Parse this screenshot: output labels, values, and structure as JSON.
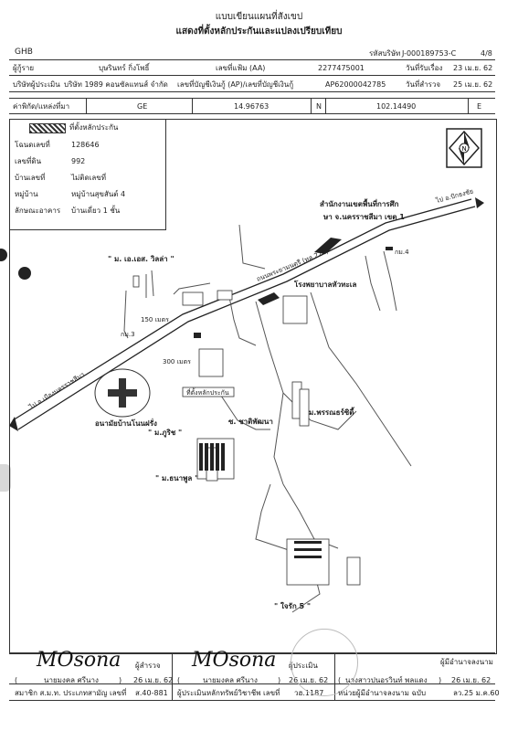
{
  "header": {
    "title": "แบบเขียนแผนที่สังเขป",
    "subtitle": "แสดงที่ตั้งหลักประกันและแปลงเปรียบเทียบ",
    "logo": "GHB",
    "company_code_label": "รหัสบริษัท",
    "company_code": "J-000189753-C",
    "page": "4/8"
  },
  "info": {
    "borrower_label": "ผู้กู้ราย",
    "borrower": "บุษรินทร์ กิ่งโพธิ์",
    "app_no_label": "เลขที่แฟ้ม (AA)",
    "app_no": "2277475001",
    "received_label": "วันที่รับเรื่อง",
    "received_date": "23 เม.ย. 62",
    "appraiser_label": "บริษัทผู้ประเมิน",
    "appraiser": "บริษัท 1989 คอนซัลแทนส์ จำกัด",
    "account_label": "เลขที่บัญชีเงินกู้ (AP)/เลขที่บัญชีเงินกู้",
    "account_no": "AP62000042785",
    "survey_label": "วันที่สำรวจ",
    "survey_date": "25 เม.ย. 62",
    "coord_label": "ค่าพิกัด/แหล่งที่มา",
    "coord_source": "GE",
    "lat": "14.96763",
    "lat_dir": "N",
    "lon": "102.14490",
    "lon_dir": "E"
  },
  "legend": {
    "symbol_label": "ที่ตั้งหลักประกัน",
    "deed_label": "โฉนดเลขที่",
    "deed_no": "128646",
    "land_label": "เลขที่ดิน",
    "land_no": "992",
    "house_label": "บ้านเลขที่",
    "house_no": "ไม่ติดเลขที่",
    "village_label": "หมู่บ้าน",
    "village": "หมู่บ้านสุขสันต์ 4",
    "building_label": "ลักษณะอาคาร",
    "building": "บ้านเดี่ยว 1 ชั้น"
  },
  "map": {
    "office": "สำนักงานเขตพื้นที่การศึก",
    "office2": "ษา จ.นครราชสีมา เขต 1",
    "to_pakthongchai": "ไป อ.ปักธงชัย",
    "to_city": "ไป อ.เมืองนครราชสีมา",
    "km4": "กม.4",
    "road": "ถนนพระยามนตรี (ทล.224)",
    "hospital": "โรงพยาบาลหัวทะเล",
    "village_mo": "\" ม. เอ.เอส. วิลล่า \"",
    "dist150": "150 เมตร",
    "km3": "กม.3",
    "dist300": "300 เมตร",
    "collateral": "ที่ตั้งหลักประกัน",
    "health": "อนามัยบ้านโนนฝรั่ง",
    "mo_pruksa": "\" ม.ภูริช \"",
    "soi": "ซ. ชาติพัฒนา",
    "mo_pornpat": "ม.พรรณธร์ซิตี้",
    "mo_thana": "\" ม.ธนาพูล \"",
    "mo_jaras": "\" ใจรัก 5 \""
  },
  "signatures": {
    "surveyor_label": "ผู้สำรวจ",
    "surveyor": "นายมงคล ศรีนาง",
    "surveyor_date": "26 เม.ย. 62",
    "surveyor_sig": "MOsona",
    "member_label": "สมาชิก ส.ม.ท. ประเภทสามัญ เลขที่",
    "member_no": "ส.40-881",
    "evaluator_label": "ผู้ประเมิน",
    "evaluator": "นายมงคล ศรีนาง",
    "evaluator_date": "26 เม.ย. 62",
    "evaluator_sig": "MOsona",
    "license_label": "ผู้ประเมินหลักทรัพย์วิชาชีพ เลขที่",
    "license_no": "วฮ.1187",
    "signer_label": "ผู้มีอำนาจลงนาม",
    "signer": "นางสาวปนอรวินท์ พลแดง",
    "signer_date": "26 เม.ย. 62",
    "signer_role": "หน่วยผู้มีอำนาจลงนาม ฉบับ",
    "signer_no": "ลว.25 ม.ค.60"
  }
}
